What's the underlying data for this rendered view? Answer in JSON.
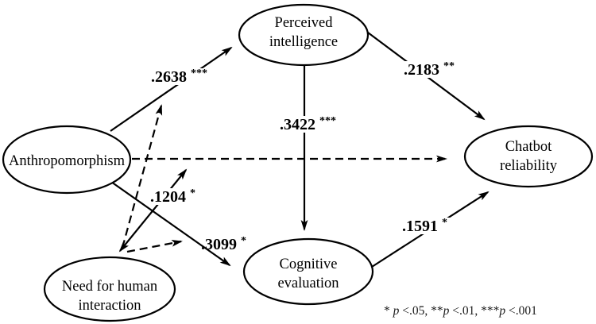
{
  "figure": {
    "type": "path-model-diagram",
    "colors": {
      "ink": "#000000",
      "background": "#ffffff"
    },
    "nodes": {
      "anthropomorphism": {
        "label": "Anthropomorphism"
      },
      "need": {
        "line1": "Need for human",
        "line2": "interaction"
      },
      "perceived": {
        "line1": "Perceived",
        "line2": "intelligence"
      },
      "cognitive": {
        "line1": "Cognitive",
        "line2": "evaluation"
      },
      "chatbot": {
        "line1": "Chatbot",
        "line2": "reliability"
      }
    },
    "coefficients": {
      "anthro_perceived": {
        "value": ".2638",
        "stars": "***"
      },
      "perceived_chatbot": {
        "value": ".2183",
        "stars": "**"
      },
      "perceived_cognitive": {
        "value": ".3422",
        "stars": "***"
      },
      "need_direct_path": {
        "value": ".1204",
        "stars": "*"
      },
      "anthro_cognitive": {
        "value": ".3099",
        "stars": "*"
      },
      "cognitive_chatbot": {
        "value": ".1591",
        "stars": "*"
      }
    },
    "edges": [
      {
        "from": "Anthropomorphism",
        "to": "Perceived intelligence",
        "style": "solid-arrow",
        "label": ".2638***"
      },
      {
        "from": "Anthropomorphism",
        "to": "Chatbot reliability",
        "style": "dashed-arrow",
        "label": ""
      },
      {
        "from": "Anthropomorphism",
        "to": "Cognitive evaluation",
        "style": "solid-arrow",
        "label": ".3099*"
      },
      {
        "from": "Perceived intelligence",
        "to": "Chatbot reliability",
        "style": "solid-arrow",
        "label": ".2183**"
      },
      {
        "from": "Perceived intelligence",
        "to": "Cognitive evaluation",
        "style": "solid-arrow",
        "label": ".3422***"
      },
      {
        "from": "Cognitive evaluation",
        "to": "Chatbot reliability",
        "style": "solid-arrow",
        "label": ".1591*"
      },
      {
        "from": "Need for human interaction",
        "to": "path: Anthropomorphism - Chatbot reliability",
        "style": "solid-double-arrow",
        "label": ".1204*"
      },
      {
        "from": "Need for human interaction",
        "to": "path: Anthropomorphism - Perceived intelligence",
        "style": "dashed-arrow",
        "label": ""
      },
      {
        "from": "Need for human interaction",
        "to": "path: Anthropomorphism - Cognitive evaluation",
        "style": "dashed-arrow",
        "label": ""
      }
    ],
    "significance_note": {
      "star1": "* ",
      "p1": "p",
      "t1": " <.05, ",
      "star2": "**",
      "p2": "p",
      "t2": " <.01, ",
      "star3": "***",
      "p3": "p",
      "t3": " <.001"
    }
  }
}
